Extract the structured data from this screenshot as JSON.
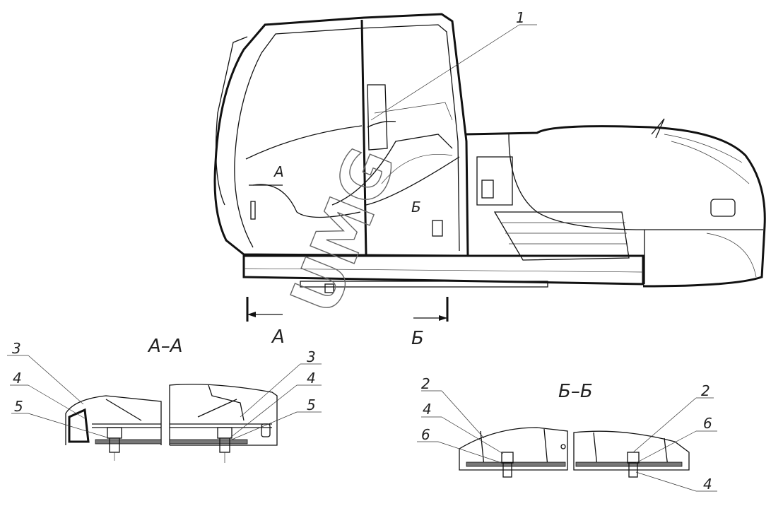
{
  "callouts": {
    "main_view": [
      "1"
    ],
    "view_marker_a": "А",
    "view_marker_b": "Б",
    "cut_label_a": "А",
    "cut_label_b": "Б"
  },
  "sections": {
    "aa": {
      "title": "А–А",
      "callouts": [
        "3",
        "4",
        "5",
        "3",
        "4",
        "5"
      ]
    },
    "bb": {
      "title": "Б–Б",
      "callouts": [
        "2",
        "4",
        "6",
        "2",
        "6",
        "4"
      ]
    }
  },
  "watermark": "UMG"
}
